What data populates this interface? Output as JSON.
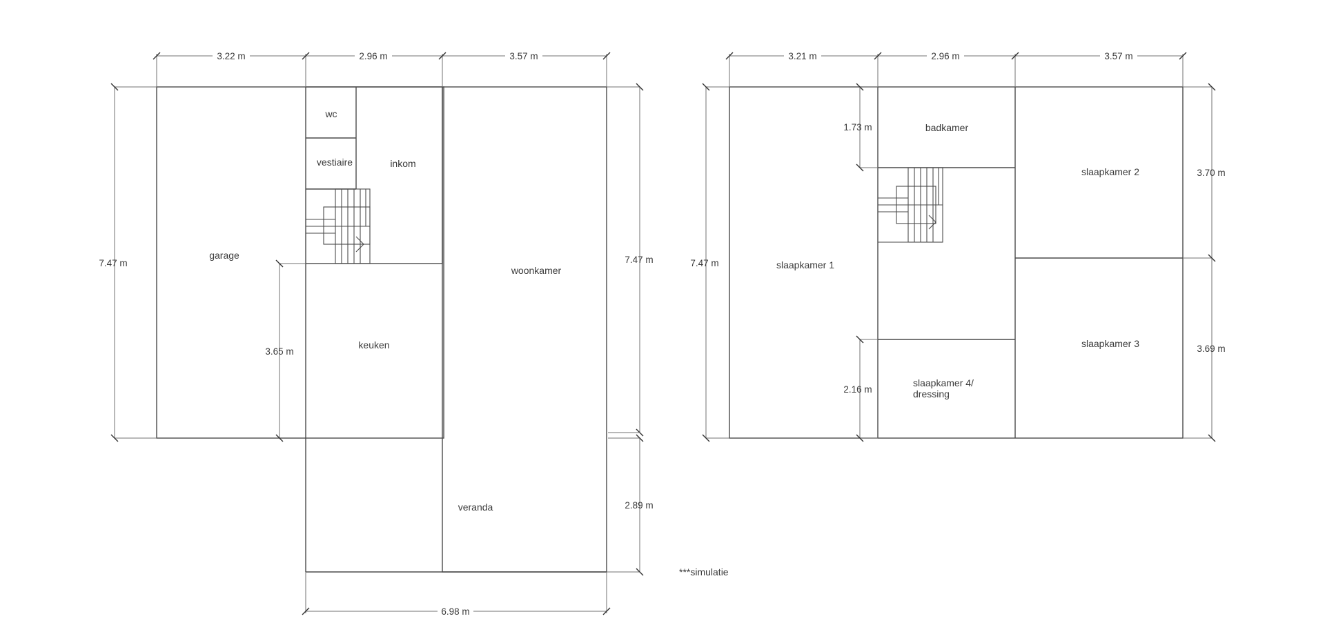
{
  "ground_floor": {
    "rooms": {
      "garage": "garage",
      "wc": "wc",
      "vestiaire": "vestiaire",
      "inkom": "inkom",
      "woonkamer": "woonkamer",
      "keuken": "keuken",
      "veranda": "veranda"
    },
    "dimensions": {
      "top_garage": "3.22 m",
      "top_middle": "2.96 m",
      "top_right": "3.57 m",
      "left_height": "7.47 m",
      "keuken_height": "3.65 m",
      "right_height": "7.47 m",
      "veranda_height": "2.89 m",
      "bottom_width": "6.98 m"
    }
  },
  "upper_floor": {
    "rooms": {
      "slaapkamer1": "slaapkamer 1",
      "badkamer": "badkamer",
      "slaapkamer2": "slaapkamer 2",
      "slaapkamer3": "slaapkamer 3",
      "slaapkamer4_line1": "slaapkamer 4/",
      "slaapkamer4_line2": "dressing"
    },
    "dimensions": {
      "top_left": "3.21 m",
      "top_middle": "2.96 m",
      "top_right": "3.57 m",
      "left_height": "7.47 m",
      "badkamer_height": "1.73 m",
      "slaapkamer4_height": "2.16 m",
      "slaapkamer2_height": "3.70 m",
      "slaapkamer3_height": "3.69 m"
    }
  },
  "note": "***simulatie"
}
